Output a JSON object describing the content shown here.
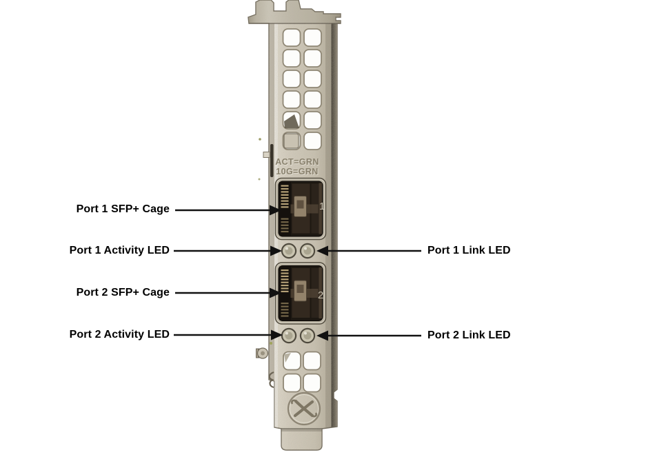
{
  "figure": {
    "description": "Dual-port SFP+ network adapter bracket diagram",
    "background_color": "#ffffff",
    "label_color": "#000000",
    "metal_color": "#d6cfc0",
    "cage_interior_color": "#221c15",
    "led_lens_color": "#c9c4b0",
    "bracket": {
      "engraving_line1": "ACT=GRN",
      "engraving_line2": "10G=GRN",
      "port1_number": "1",
      "port2_number": "2",
      "logo_icon": "x-emblem"
    },
    "callouts": [
      {
        "id": "port1-sfp-cage",
        "label": "Port 1 SFP+ Cage",
        "side": "left"
      },
      {
        "id": "port1-activity-led",
        "label": "Port 1 Activity LED",
        "side": "left"
      },
      {
        "id": "port1-link-led",
        "label": "Port 1 Link LED",
        "side": "right"
      },
      {
        "id": "port2-sfp-cage",
        "label": "Port 2 SFP+ Cage",
        "side": "left"
      },
      {
        "id": "port2-activity-led",
        "label": "Port 2 Activity LED",
        "side": "left"
      },
      {
        "id": "port2-link-led",
        "label": "Port 2 Link LED",
        "side": "right"
      }
    ]
  }
}
